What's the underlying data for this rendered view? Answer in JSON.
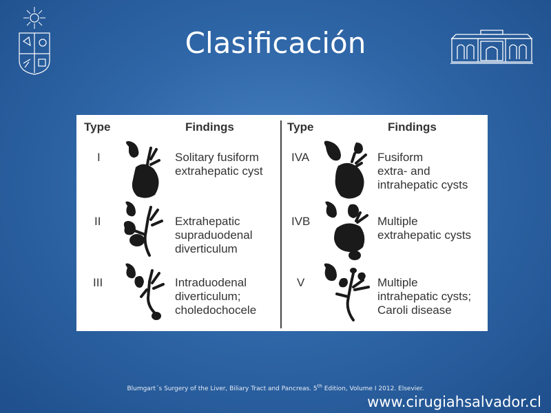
{
  "slide": {
    "title": "Clasificación",
    "citation_pre": "Blumgart´s Surgery of the Liver, Biliary Tract and Pancreas. 5",
    "citation_sup": "th",
    "citation_post": " Edition, Volume I 2012. Elsevier.",
    "website": "www.cirugiahsalvador.cl"
  },
  "table": {
    "header_type": "Type",
    "header_findings": "Findings",
    "rows": [
      {
        "type": "I",
        "findings": "Solitary fusiform\nextrahepatic cyst"
      },
      {
        "type": "II",
        "findings": "Extrahepatic\nsupraduodenal\ndiverticulum"
      },
      {
        "type": "III",
        "findings": "Intraduodenal\ndiverticulum;\ncholedochocele"
      },
      {
        "type": "IVA",
        "findings": "Fusiform\nextra- and\nintrahepatic cysts"
      },
      {
        "type": "IVB",
        "findings": "Multiple\nextrahepatic cysts"
      },
      {
        "type": "V",
        "findings": "Multiple\nintrahepatic cysts;\nCaroli disease"
      }
    ]
  },
  "icons": {
    "left_logo": "university-seal-icon",
    "right_logo": "hospital-building-icon",
    "illustrations": [
      "cyst-type-i-icon",
      "cyst-type-ii-icon",
      "cyst-type-iii-icon",
      "cyst-type-iva-icon",
      "cyst-type-ivb-icon",
      "cyst-type-v-icon"
    ]
  },
  "colors": {
    "background": "#2f67a8",
    "text": "#ffffff",
    "figure_bg": "#ffffff",
    "figure_text": "#333333",
    "drawing": "#1a1a1a"
  }
}
